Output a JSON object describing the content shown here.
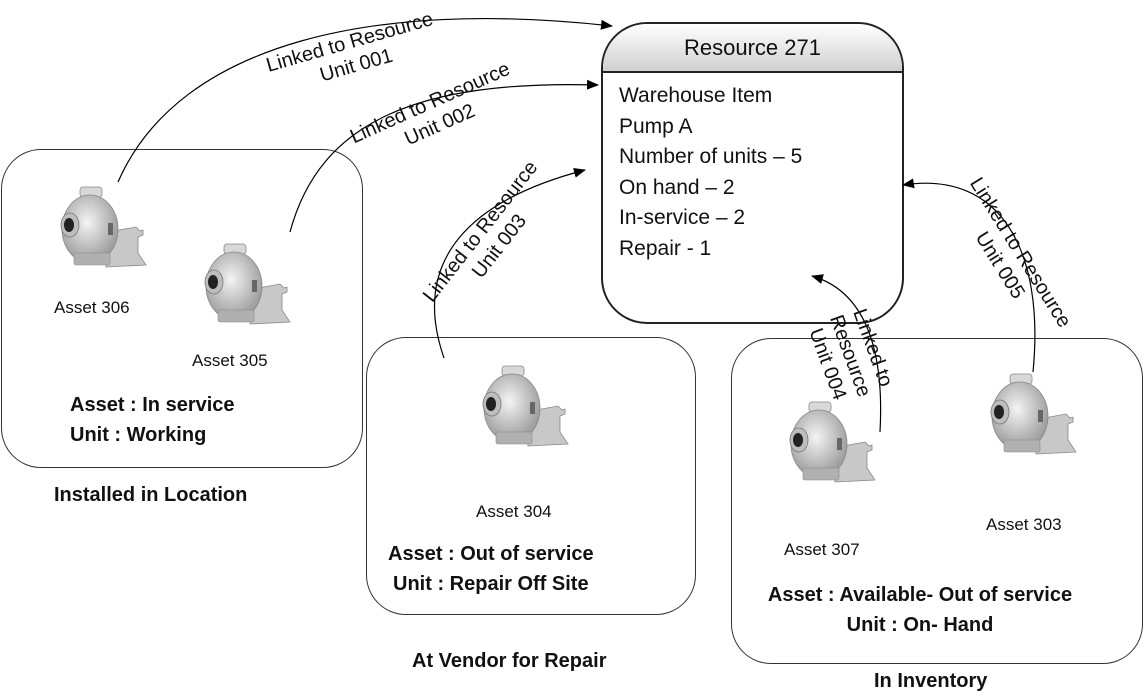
{
  "resource": {
    "title": "Resource 271",
    "lines": [
      "Warehouse Item",
      "Pump A",
      "Number of units – 5",
      "On hand – 2",
      "In-service – 2",
      "Repair - 1"
    ]
  },
  "groups": [
    {
      "caption": "Installed in Location",
      "assets": [
        "Asset 306",
        "Asset 305"
      ],
      "status_asset": "Asset : In service",
      "status_unit": "Unit : Working"
    },
    {
      "caption": "At Vendor for Repair",
      "assets": [
        "Asset 304"
      ],
      "status_asset": "Asset : Out of service",
      "status_unit": "Unit : Repair Off Site"
    },
    {
      "caption": "In Inventory",
      "assets": [
        "Asset 307",
        "Asset 303"
      ],
      "status_asset": "Asset : Available- Out of service",
      "status_unit": "Unit : On- Hand"
    }
  ],
  "links": [
    {
      "line1": "Linked to Resource",
      "line2": "Unit 001"
    },
    {
      "line1": "Linked to Resource",
      "line2": "Unit 002"
    },
    {
      "line1": "Linked to Resource",
      "line2": "Unit 003"
    },
    {
      "line1": "Linked to",
      "line2": "Resource",
      "line3": "Unit 004"
    },
    {
      "line1": "Linked to Resource",
      "line2": "Unit 005"
    }
  ]
}
